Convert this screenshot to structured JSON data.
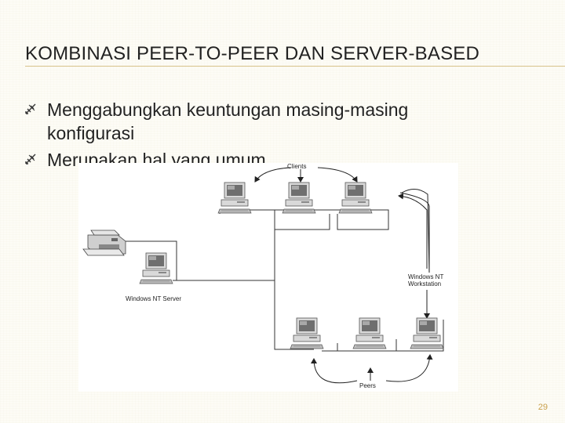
{
  "slide": {
    "title": "KOMBINASI PEER-TO-PEER DAN SERVER-BASED",
    "bullets": [
      "Menggabungkan keuntungan masing-masing konfigurasi",
      "Merupakan hal yang umum"
    ],
    "page_number": "29"
  },
  "diagram": {
    "labels": {
      "clients": "Clients",
      "server": "Windows NT Server",
      "workstation_line1": "Windows NT",
      "workstation_line2": "Workstation",
      "peers": "Peers"
    },
    "icons": [
      "printer-icon",
      "server-computer-icon",
      "client-computer-icon",
      "peer-computer-icon"
    ]
  }
}
